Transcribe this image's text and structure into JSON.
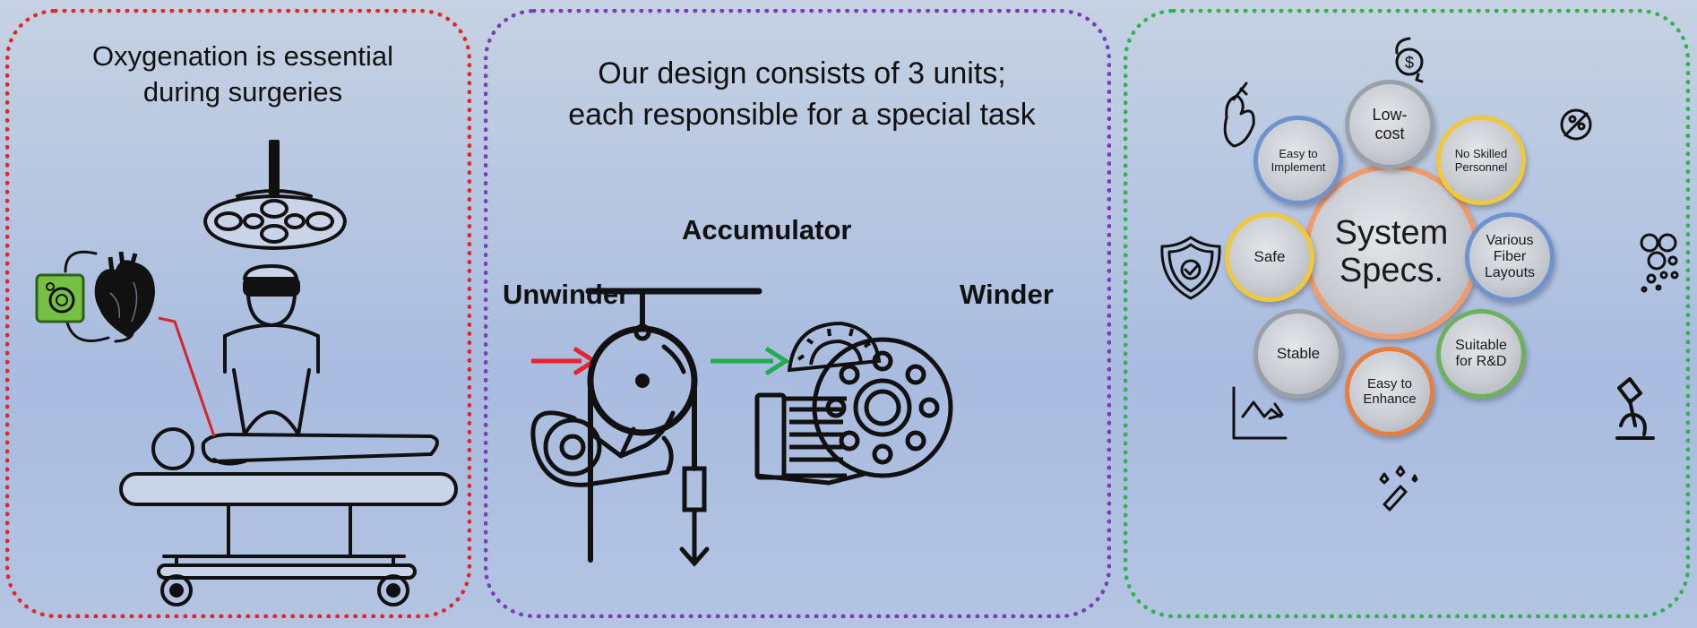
{
  "panel_left": {
    "title_lines": [
      "Oxygenation is essential",
      "during surgeries"
    ]
  },
  "panel_middle": {
    "title_lines": [
      "Our design consists of 3 units;",
      "each responsible for a special task"
    ],
    "units": {
      "unwinder": "Unwinder",
      "accumulator": "Accumulator",
      "winder": "Winder"
    },
    "arrow_colors": {
      "in": "#e8232a",
      "out": "#1fae4b"
    }
  },
  "panel_right": {
    "center": [
      "System",
      "Specs."
    ],
    "specs": [
      {
        "lines": [
          "Low-",
          "cost"
        ],
        "ring": "#9aa0a8"
      },
      {
        "lines": [
          "No Skilled",
          "Personnel"
        ],
        "ring": "#f0c93a"
      },
      {
        "lines": [
          "Various",
          "Fiber",
          "Layouts"
        ],
        "ring": "#6f93cf"
      },
      {
        "lines": [
          "Suitable",
          "for R&D"
        ],
        "ring": "#6db15a"
      },
      {
        "lines": [
          "Easy to",
          "Enhance"
        ],
        "ring": "#e67e3d"
      },
      {
        "lines": [
          "Stable"
        ],
        "ring": "#9aa0a8"
      },
      {
        "lines": [
          "Safe"
        ],
        "ring": "#f0c93a"
      },
      {
        "lines": [
          "Easy to",
          "Implement"
        ],
        "ring": "#6f93cf"
      }
    ],
    "center_ring": "#ee9b6d"
  },
  "border_colors": {
    "left": "#e0282a",
    "middle": "#7a3fb4",
    "right": "#2fb34a"
  }
}
